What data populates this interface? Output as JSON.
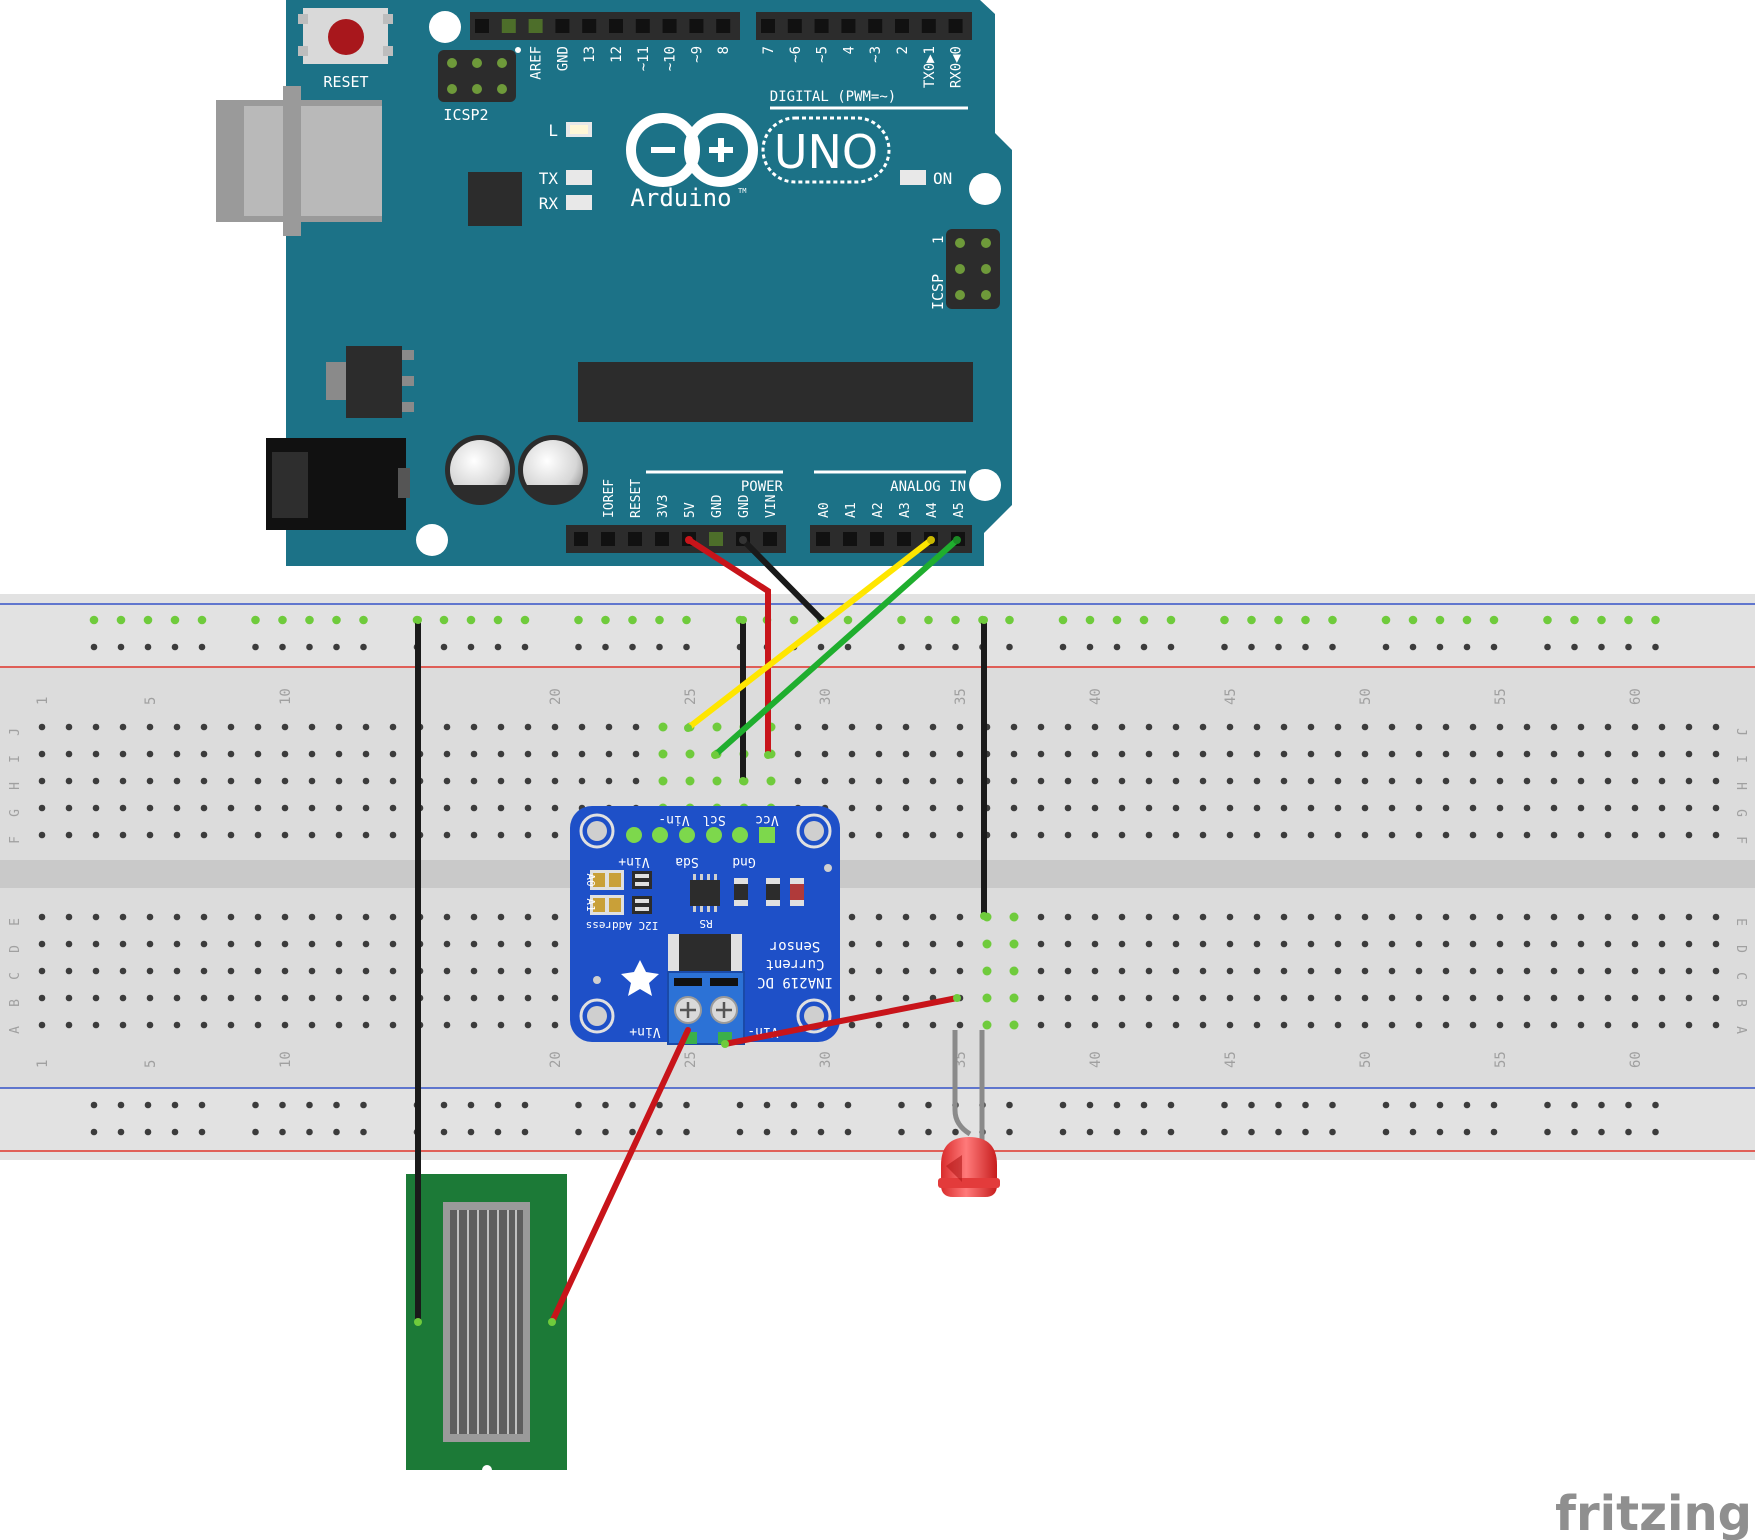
{
  "arduino": {
    "reset_label": "RESET",
    "icsp2_label": "ICSP2",
    "icsp_label": "ICSP",
    "icsp_pin1": "1",
    "digital_label": "DIGITAL (PWM=~)",
    "digital_pins": [
      "AREF",
      "GND",
      "13",
      "12",
      "~11",
      "~10",
      "~9",
      "8",
      "7",
      "~6",
      "~5",
      "4",
      "~3",
      "2",
      "TX0▶1",
      "RX0◀0"
    ],
    "led_l": "L",
    "led_tx": "TX",
    "led_rx": "RX",
    "led_on": "ON",
    "logo_model": "UNO",
    "logo_brand": "Arduino",
    "logo_tm": "TM",
    "power_label": "POWER",
    "power_pins": [
      "IOREF",
      "RESET",
      "3V3",
      "5V",
      "GND",
      "GND",
      "VIN"
    ],
    "analog_label": "ANALOG IN",
    "analog_pins": [
      "A0",
      "A1",
      "A2",
      "A3",
      "A4",
      "A5"
    ],
    "colors": {
      "board": "#1c7287",
      "header": "#2c2c2c"
    }
  },
  "breadboard": {
    "column_labels": [
      "1",
      "5",
      "10",
      "20",
      "25",
      "30",
      "35",
      "40",
      "45",
      "50",
      "55",
      "60"
    ],
    "row_labels_top": [
      "J",
      "I",
      "H",
      "G",
      "F"
    ],
    "row_labels_bottom": [
      "E",
      "D",
      "C",
      "B",
      "A"
    ],
    "colors": {
      "body": "#d9d9d9",
      "rail_red": "#e0352b",
      "rail_blue": "#3553c8",
      "hole": "#3c3c3c",
      "hole_active": "#6fcb3c"
    }
  },
  "sensor": {
    "pin_labels_top": [
      "Vin-",
      "Scl",
      "Vcc"
    ],
    "pin_labels_bottom": [
      "Vin+",
      "Sda",
      "Gnd"
    ],
    "addr_pins": [
      "A0",
      "A1"
    ],
    "i2c_label": "I2C Address",
    "rs_label": "RS",
    "title_lines": [
      "INA219 DC",
      "Current",
      "Sensor"
    ],
    "terminal_labels": [
      "Vin+",
      "Vin-"
    ],
    "colors": {
      "pcb": "#1e50c8",
      "terminal": "#2c72d6"
    }
  },
  "wires": {
    "colors": {
      "red": "#c8141a",
      "black": "#1a1a1a",
      "yellow": "#ffe600",
      "green": "#1fae2e",
      "lead": "#8a8a8a"
    }
  },
  "led": {
    "color": "#e33b3b"
  },
  "solar_panel": {
    "colors": {
      "pcb": "#1c7a37",
      "cell": "#6a6a6a"
    }
  },
  "watermark": "fritzing"
}
